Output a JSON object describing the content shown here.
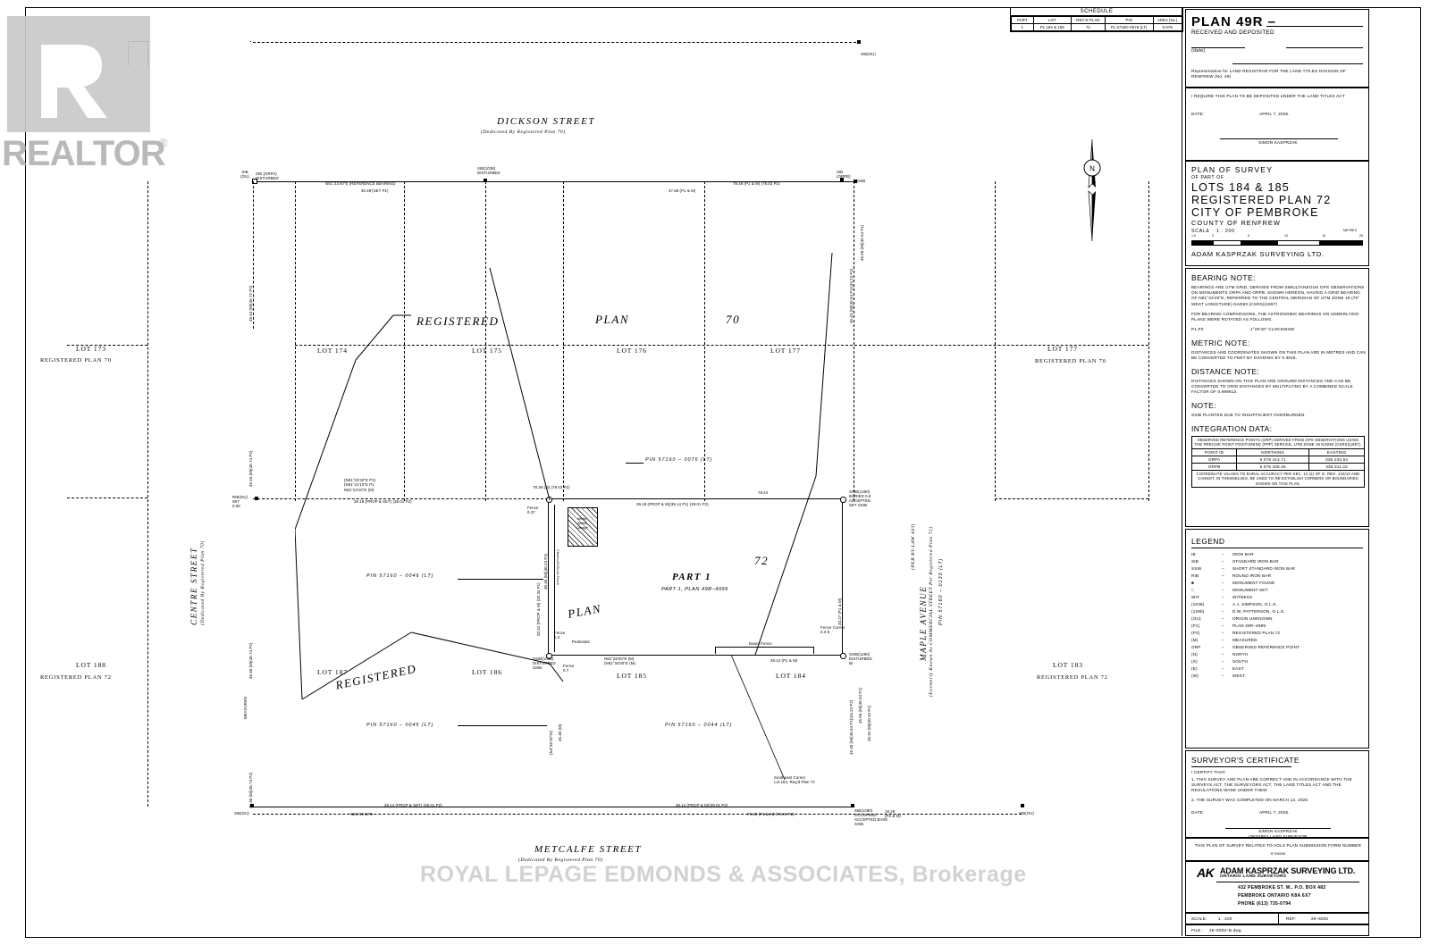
{
  "document": {
    "type": "land-survey-plan",
    "plan_number": "PLAN 49R –",
    "sheet_size": "1600x1058"
  },
  "schedule": {
    "title": "SCHEDULE",
    "columns": [
      "PART",
      "LOT",
      "REC'D PLAN",
      "PIN",
      "AREA (ha.)"
    ],
    "rows": [
      [
        "1",
        "PL 184 & 185",
        "72",
        "PL 57160–0076 (LT)",
        "0.078"
      ]
    ]
  },
  "deposit_box": {
    "plan_label": "PLAN 49R –",
    "received": "RECEIVED AND DEPOSITED",
    "date_label": "(date)",
    "representative": "Representative for LAND REGISTRAR FOR THE LAND TITLES DIVISION OF RENFREW (No. 49)"
  },
  "require_box": {
    "line1": "I REQUIRE THIS PLAN TO BE DEPOSITED UNDER THE LAND TITLES ACT",
    "date_label": "DATE:",
    "date_value": "APRIL 7, 2026.",
    "signature_name": "SIMON KASPRZAK"
  },
  "plan_title": {
    "line1": "PLAN OF SURVEY",
    "line2": "OF PART OF",
    "line3": "LOTS 184 & 185",
    "line4": "REGISTERED PLAN 72",
    "line5": "CITY OF PEMBROKE",
    "line6": "COUNTY OF RENFREW",
    "scale_label": "SCALE",
    "scale_value": "1 : 200",
    "bar_ticks": [
      "1.0",
      "0",
      "5",
      "10",
      "15",
      "20"
    ],
    "bar_units": "METRES",
    "firm": "ADAM KASPRZAK SURVEYING LTD."
  },
  "notes": {
    "bearing_title": "BEARING NOTE:",
    "bearing_body": "BEARINGS ARE UTM GRID, DERIVED FROM SIMULTANEOUS GPS OBSERVATIONS ON MONUMENTS ORPA AND ORPB, SHOWN HEREON, HAVING A GRID BEARING OF N81°23'40\"E, REFERRED TO THE CENTRAL MERIDIAN OF UTM ZONE 18 (75° WEST LONGITUDE) NAD83 (CSRS)(1997)",
    "bearing_note2": "FOR BEARING COMPARISONS, THE ASTRONOMIC BEARINGS ON UNDERLYING PLANS WERE ROTATED AS FOLLOWS:",
    "bearing_rot_key": "P1,P2",
    "bearing_rot_val": "1°29'40\" CLOCKWISE",
    "metric_title": "METRIC NOTE:",
    "metric_body": "DISTANCES AND COORDINATES SHOWN ON THIS PLAN ARE IN METRES AND CAN BE CONVERTED TO FEET BY DIVIDING BY 0.3048.",
    "distance_title": "DISTANCE NOTE:",
    "distance_body": "DISTANCES SHOWN ON THIS PLAN ARE GROUND DISTANCES AND CAN BE CONVERTED TO GRID DISTANCES BY MULTIPLYING BY A COMBINED SCALE FACTOR OF 0.999912.",
    "note_title": "NOTE:",
    "note_body": "SSIB PLANTED DUE TO INSUFFICIENT OVERBURDEN.",
    "integration_title": "INTEGRATION DATA:",
    "integration_header": "OBSERVED REFERENCE POINTS (ORP) DERIVED FROM GPS OBSERVATIONS USING THE PRECISE POINT POSITIONING (PPP) SERVICE, UTM ZONE 18 NAD83 (CSRS)(1997).",
    "integration_columns": [
      "POINT ID",
      "NORTHING",
      "EASTING"
    ],
    "integration_rows": [
      [
        "ORPA",
        "5 076 413.71",
        "336 233.64"
      ],
      [
        "ORPB",
        "5 076 425.45",
        "336 311.22"
      ]
    ],
    "integration_footer": "COORDINATE VALUES TO RURAL ACCURACY PER SEC. 14 (2) OF O. REG. 216/10 AND CANNOT, IN THEMSELVES, BE USED TO RE-ESTABLISH CORNERS OR BOUNDARIES SHOWN ON THIS PLAN."
  },
  "legend": {
    "title": "LEGEND",
    "entries": [
      {
        "sym": "IB",
        "desc": "IRON BAR"
      },
      {
        "sym": "SIB",
        "desc": "STANDARD IRON BAR"
      },
      {
        "sym": "SSIB",
        "desc": "SHORT STANDARD IRON BAR"
      },
      {
        "sym": "RIB",
        "desc": "ROUND IRON BAR"
      },
      {
        "sym": "■",
        "desc": "MONUMENT FOUND"
      },
      {
        "sym": "□",
        "desc": "MONUMENT SET"
      },
      {
        "sym": "WIT",
        "desc": "WITNESS"
      },
      {
        "sym": "(1038)",
        "desc": "A.J. SIMPSON, O.L.S."
      },
      {
        "sym": "(1290)",
        "desc": "D.W. PATTERSON, O.L.S."
      },
      {
        "sym": "(OU)",
        "desc": "ORIGIN UNKNOWN"
      },
      {
        "sym": "(P1)",
        "desc": "PLAN 49R–4999"
      },
      {
        "sym": "(P2)",
        "desc": "REGISTERED PLAN 72"
      },
      {
        "sym": "(M)",
        "desc": "MEASURED"
      },
      {
        "sym": "ORP",
        "desc": "OBSERVED REFERENCE POINT"
      },
      {
        "sym": "(N)",
        "desc": "NORTH"
      },
      {
        "sym": "(S)",
        "desc": "SOUTH"
      },
      {
        "sym": "(E)",
        "desc": "EAST"
      },
      {
        "sym": "(W)",
        "desc": "WEST"
      }
    ]
  },
  "certificate": {
    "title": "SURVEYOR'S CERTIFICATE",
    "intro": "I CERTIFY THAT:",
    "item1": "1.   THIS SURVEY AND PLAN ARE CORRECT AND IN ACCORDANCE WITH THE SURVEYS ACT, THE SURVEYORS ACT, THE LAND TITLES ACT AND THE REGULATIONS MADE UNDER THEM.",
    "item2": "2.   THE SURVEY WAS COMPLETED ON MARCH 12, 2026.",
    "date_label": "DATE:",
    "date_value": "APRIL 7, 2026.",
    "signature_name": "SIMON KASPRZAK",
    "signature_title": "ONTARIO LAND SURVEYOR"
  },
  "aols": {
    "line1": "THIS PLAN OF SURVEY RELATES TO AOLS PLAN SUBMISSION FORM NUMBER",
    "line2": "V-xxxxx"
  },
  "firm_block": {
    "monogram": "AK",
    "name": "ADAM KASPRZAK SURVEYING LTD.",
    "subtitle": "ONTARIO LAND SURVEYORS",
    "address1": "432 PEMBROKE ST. W.,     P.O. BOX 482",
    "address2": "PEMBROKE  ONTARIO   K8A 6X7",
    "phone": "PHONE (613) 735-0794"
  },
  "footer": {
    "scale_label": "SCALE:",
    "scale_value": "1 : 200",
    "ref_label": "REF:",
    "ref_value": "26–5002",
    "file_label": "FILE :",
    "file_value": "26–5002–B.dwg"
  },
  "streets": {
    "dickson": {
      "name": "DICKSON STREET",
      "sub": "(Dedicated By Registered Plan 70)"
    },
    "metcalfe": {
      "name": "METCALFE STREET",
      "sub": "(Dedicated By Registered Plan 70)"
    },
    "centre": {
      "name": "CENTRE STREET",
      "sub": "(Dedicated By Registered Plan 70)"
    },
    "maple": {
      "name": "MAPLE AVENUE",
      "per": "(PER BY-LAW 44J)",
      "sub": "(Formerly Known As COMMERCIAL STREET Per Registered Plan 72)",
      "pin": "PIN  57160 – 0133  (LT)"
    }
  },
  "lots": [
    {
      "id": "lot-173",
      "name": "LOT 173",
      "plan": "REGISTERED PLAN 70"
    },
    {
      "id": "lot-174",
      "name": "LOT 174",
      "plan": ""
    },
    {
      "id": "lot-175",
      "name": "LOT 175",
      "plan": ""
    },
    {
      "id": "lot-176",
      "name": "LOT 176",
      "plan": ""
    },
    {
      "id": "lot-177a",
      "name": "LOT 177",
      "plan": ""
    },
    {
      "id": "lot-177b",
      "name": "LOT 177",
      "plan": "REGISTERED PLAN 70"
    },
    {
      "id": "lot-188",
      "name": "LOT 188",
      "plan": "REGISTERED PLAN 72"
    },
    {
      "id": "lot-187",
      "name": "LOT 187",
      "plan": ""
    },
    {
      "id": "lot-186",
      "name": "LOT 186",
      "plan": ""
    },
    {
      "id": "lot-185",
      "name": "LOT 185",
      "plan": ""
    },
    {
      "id": "lot-184",
      "name": "LOT 184",
      "plan": ""
    },
    {
      "id": "lot-183",
      "name": "LOT 183",
      "plan": "REGISTERED PLAN 72"
    }
  ],
  "script_words": {
    "registered_top": "REGISTERED",
    "plan_top": "PLAN",
    "num_70_top": "70",
    "registered_bottom": "REGISTERED",
    "plan_bottom": "PLAN",
    "num_72": "72"
  },
  "parcel": {
    "part_label": "PART 1",
    "part_sub": "PART 1, PLAN 49R–4999",
    "garage": "Metal Sided Garage",
    "pin_north": "PIN  57160 – 0076  (LT)",
    "pin_west": "PIN  57160 – 0046  (LT)",
    "pin_southwest": "PIN  57160 – 0045  (LT)",
    "pin_south": "PIN  57160 – 0044  (LT)",
    "board_fence": "Board Fence",
    "pedestals": "Pedestals",
    "southeast_corner": "Southeast Corner\nLot 184, Reg'd Plan 72"
  },
  "dimensions": {
    "top_ref_bearing": "N81°23'40\"E (REFERENCE BEARING)",
    "top_ref_dist": "30.48'(SET P1)",
    "top_d1": "47.58 (P1 & M)",
    "top_d2": "78.46 (P1 & M) (78.03 P2)",
    "north_bound": "39.18 (PROP & M)(39.14 P1) (39.01 P2)",
    "north_bound_right": "78.44",
    "west_bound": "40.46 (M)(40.23 P2)",
    "west_bound2": "20.32 (PROP & M) (20.34 P1)",
    "east_bound": "20.27 (P1 & M)",
    "south_bound": "39.14 (P1 & M)",
    "south_left_bearing": "N81°26'00\"E (M)\n(N81°24'50\"E (M)",
    "south_bot_left": "39.14 (PROP & SET) (39.01 P2)",
    "south_bot_bearing": "N81°29'40\"E",
    "south_bot_mid": "39.14 (PROP & M)(39.01 P2)",
    "south_bot_right": "78.28 (P1 & M) (78.03 P2)",
    "south_bot_far": "18.29 (P2 & M)",
    "west_left_dims": "(N81°23'40\"E P2)\n(N81°41'10\"E P1\nN81°24'10\"E (M)",
    "west_left_dist": "39.18 (PROP & SET) (39.01 P2)",
    "north_west_dist": "78.36 (M)    (78.03 P2)",
    "left_vert1": "45.44 (M)(45.72 P2)",
    "left_vert2": "45.44 (M)(45.74 P2)",
    "left_vert3": "45.40 (M)(45.74 P2)",
    "left_vert4": "45.40 (M)(45.74 P2)",
    "right_vert1": "45.43 (M)(45.54 P1)(43.23 P2)",
    "right_vert2": "45.40 (M)(45.54 P1)(43.23 P2)",
    "right_vert3": "45.56 (M)(45.54 P1)",
    "fence1": "Fence 0.37",
    "fence2": "Fence 0.3",
    "fence3": "Fence 0.7",
    "fence4": "Fence 0.1",
    "fence_corner": "Fence Corner 0.3 E"
  },
  "monuments": {
    "top_left": "SIB (OU)",
    "top_left2": "SIB (ORPA) DISTURBED",
    "top_mid": "SIB(1038) DISTURBED",
    "top_right": "SIB (ORPB)",
    "top_far_right": "SIB(OU)",
    "left_mid": "RIB(OU) WIT 0.09",
    "bottom_left": "SIB(OU)",
    "bottom_right": "SIB(1290) OCCUPIED/ACCEPTED BASE SSIB",
    "bottom_far_right": "SIB(OU)",
    "east_set": "SSIB(1290) BURIED 0.6 ACCEPTED SET SSIB",
    "south_ssib": "SSIB(1038) DISTURBED SSIB",
    "south_right": "SIB(1290) DISTURBED IB"
  },
  "north_arrow": {
    "label": "N"
  },
  "watermarks": {
    "realtor": "REALTOR",
    "realtor_reg": "®",
    "brokerage": "ROYAL LEPAGE EDMONDS & ASSOCIATES, Brokerage"
  }
}
